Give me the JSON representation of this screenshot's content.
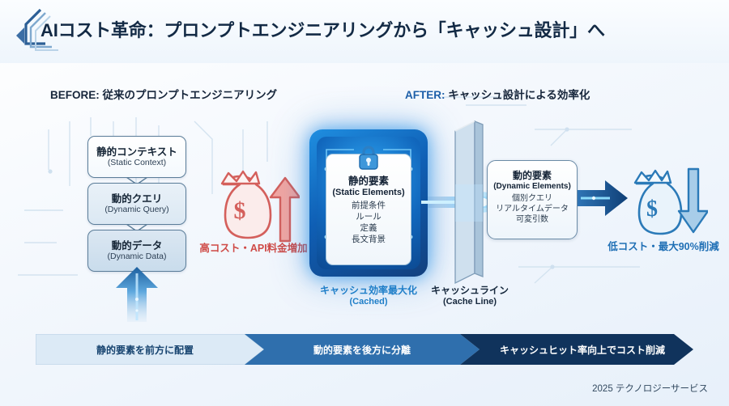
{
  "header": {
    "title": "AIコスト革命：プロンプトエンジニアリングから「キャッシュ設計」へ",
    "accent_icon": "chevron-bracket-icon"
  },
  "sections": {
    "before_label": "BEFORE: 従来のプロンプトエンジニアリング",
    "after_label_prefix": "AFTER:",
    "after_label_rest": " キャッシュ設計による効率化"
  },
  "before": {
    "boxes": [
      {
        "jp": "静的コンテキスト",
        "en": "(Static Context)"
      },
      {
        "jp": "動的クエリ",
        "en": "(Dynamic Query)"
      },
      {
        "jp": "動的データ",
        "en": "(Dynamic Data)"
      }
    ],
    "flow_icon": "up-arrow-icon",
    "cost": {
      "icon": "money-bag-up-icon",
      "label": "高コスト・API料金増加",
      "color": "#cf4b47"
    }
  },
  "center": {
    "card": {
      "icon": "lock-icon",
      "jp": "静的要素",
      "en": "(Static Elements)",
      "items": [
        "前提条件",
        "ルール",
        "定義",
        "長文背景"
      ]
    },
    "caption": {
      "jp": "キャッシュ効率最大化",
      "en": "(Cached)",
      "color": "#1e7ec8"
    },
    "cache_line": {
      "icon": "cache-line-slab-icon",
      "caption_jp": "キャッシュライン",
      "caption_en": "(Cache Line)"
    },
    "beam_icon": "light-beam-icon"
  },
  "after": {
    "card": {
      "jp": "動的要素",
      "en": "(Dynamic Elements)",
      "items": [
        "個別クエリ",
        "リアルタイムデータ",
        "可変引数"
      ]
    },
    "arrow_icon": "right-arrow-icon",
    "cost": {
      "icon": "money-bag-down-icon",
      "label": "低コスト・最大90%削減",
      "color": "#1f6fb5"
    }
  },
  "process_bar": {
    "segments": [
      {
        "label": "静的要素を前方に配置",
        "color": "#dceaf6"
      },
      {
        "label": "動的要素を後方に分離",
        "color": "#2f6fad"
      },
      {
        "label": "キャッシュヒット率向上でコスト削減",
        "color": "#10335c"
      }
    ]
  },
  "footer": {
    "text": "2025 テクノロジーサービス"
  }
}
